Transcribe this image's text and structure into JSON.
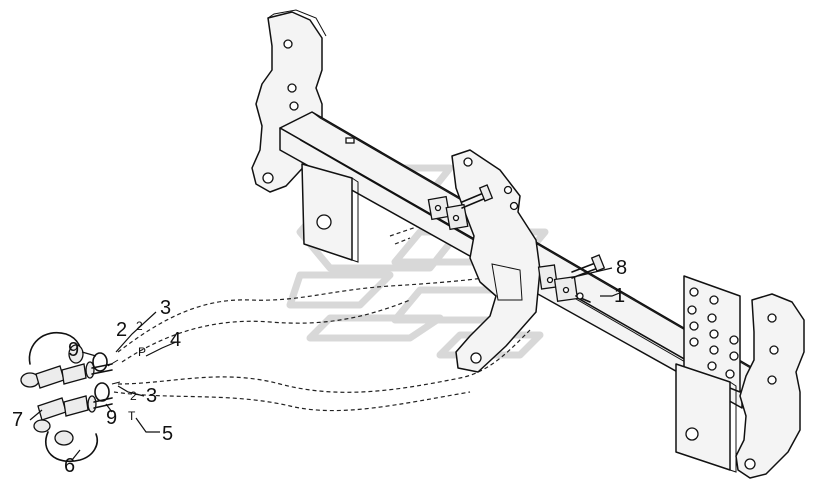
{
  "callouts": [
    {
      "id": "c1",
      "label": "1"
    },
    {
      "id": "c2",
      "label": "2"
    },
    {
      "id": "c3a",
      "label": "3"
    },
    {
      "id": "c3b",
      "label": "3"
    },
    {
      "id": "c4",
      "label": "4"
    },
    {
      "id": "c5",
      "label": "5"
    },
    {
      "id": "c6",
      "label": "6"
    },
    {
      "id": "c7",
      "label": "7"
    },
    {
      "id": "c8",
      "label": "8"
    },
    {
      "id": "c9a",
      "label": "9"
    },
    {
      "id": "c9b",
      "label": "9"
    }
  ],
  "port_marks": {
    "p_label": "P",
    "t_label": "T",
    "line_p_num": "2",
    "line_t_num": "2"
  },
  "colors": {
    "line": "#111111",
    "watermark": "#d8d8d8",
    "background": "#ffffff"
  }
}
